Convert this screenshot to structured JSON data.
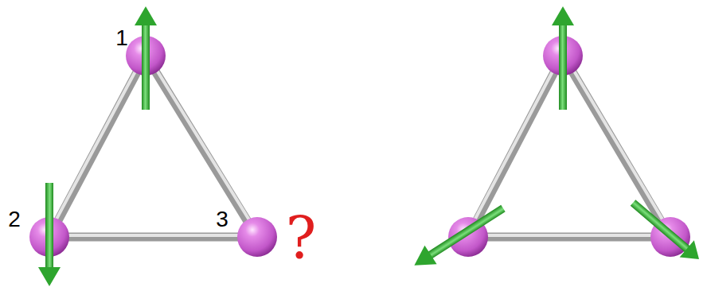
{
  "diagram": {
    "labels": [
      "1",
      "2",
      "3",
      "?"
    ]
  }
}
